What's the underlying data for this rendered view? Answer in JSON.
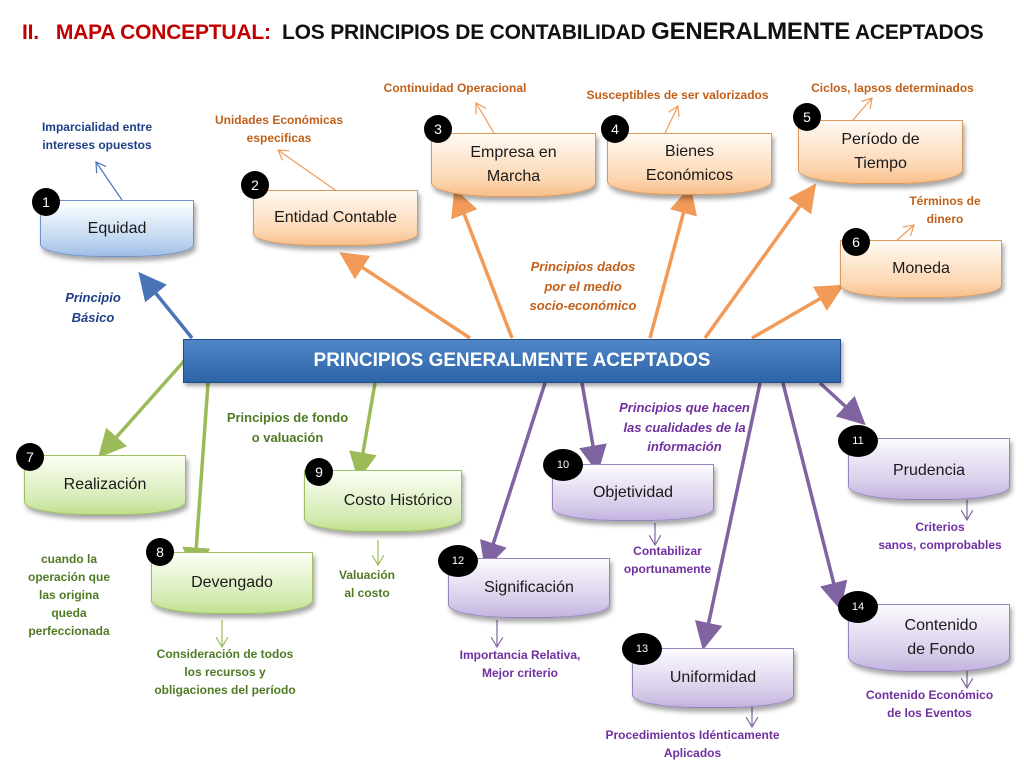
{
  "title": {
    "roman": "II.",
    "label": "MAPA CONCEPTUAL:",
    "subtitle": "LOS PRINCIPIOS DE CONTABILIDAD",
    "emphasis": "GENERALMENTE",
    "tail": "ACEPTADOS"
  },
  "central": "PRINCIPIOS GENERALMENTE ACEPTADOS",
  "group_labels": {
    "basic": [
      "Principio",
      "Básico"
    ],
    "socio": [
      "Principios dados",
      "por el medio",
      "socio-económico"
    ],
    "valuation": [
      "Principios de fondo",
      "o valuación"
    ],
    "qualities": [
      "Principios que hacen",
      "las cualidades de la",
      "información"
    ]
  },
  "nodes": [
    {
      "number": "1",
      "label": [
        "Equidad"
      ],
      "note": [
        "Imparcialidad entre",
        "intereses opuestos"
      ]
    },
    {
      "number": "2",
      "label": [
        "Entidad Contable"
      ],
      "note": [
        "Unidades Económicas",
        "especificas"
      ]
    },
    {
      "number": "3",
      "label": [
        "Empresa en",
        "Marcha"
      ],
      "note": [
        "Continuidad Operacional"
      ]
    },
    {
      "number": "4",
      "label": [
        "Bienes",
        "Económicos"
      ],
      "note": [
        "Susceptibles de ser valorizados"
      ]
    },
    {
      "number": "5",
      "label": [
        "Período de",
        "Tiempo"
      ],
      "note": [
        "Ciclos, lapsos determinados"
      ]
    },
    {
      "number": "6",
      "label": [
        "Moneda"
      ],
      "note": [
        "Términos de",
        "dinero"
      ]
    },
    {
      "number": "7",
      "label": [
        "Realización"
      ],
      "note": [
        "cuando la",
        "operación que",
        "las origina",
        "queda",
        "perfeccionada"
      ]
    },
    {
      "number": "8",
      "label": [
        "Devengado"
      ],
      "note": [
        "Consideración de  todos",
        "los recursos y",
        "obligaciones del período"
      ]
    },
    {
      "number": "9",
      "label": [
        "Costo Histórico"
      ],
      "note": [
        "Valuación",
        "al costo"
      ]
    },
    {
      "number": "10",
      "label": [
        "Objetividad"
      ],
      "note": [
        "Contabilizar",
        "oportunamente"
      ]
    },
    {
      "number": "11",
      "label": [
        "Prudencia"
      ],
      "note": [
        "Criterios",
        "sanos, comprobables"
      ]
    },
    {
      "number": "12",
      "label": [
        "Significación"
      ],
      "note": [
        "Importancia Relativa,",
        "Mejor criterio"
      ]
    },
    {
      "number": "13",
      "label": [
        "Uniformidad"
      ],
      "note": [
        "Procedimientos Idénticamente",
        "Aplicados"
      ]
    },
    {
      "number": "14",
      "label": [
        "Contenido",
        "de Fondo"
      ],
      "note": [
        "Contenido Económico",
        "de los Eventos"
      ]
    }
  ],
  "colors": {
    "blue": "#4a74b8",
    "orange": "#f29a57",
    "green": "#9bbb59",
    "purple": "#8064a2",
    "title_red": "#c00000"
  }
}
